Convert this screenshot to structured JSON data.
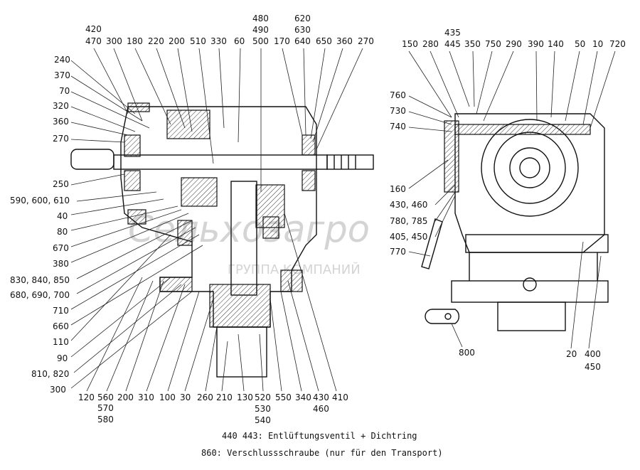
{
  "labels_top_left": [
    "420",
    "470",
    "300",
    "180",
    "220",
    "200",
    "510",
    "330",
    "60",
    "480",
    "490",
    "500",
    "170",
    "620",
    "630",
    "640",
    "650",
    "360",
    "270"
  ],
  "labels_left": [
    "240",
    "370",
    "70",
    "320",
    "360",
    "270",
    "250",
    "590, 600, 610",
    "40",
    "80",
    "670",
    "380",
    "830, 840, 850",
    "680, 690, 700",
    "710",
    "660",
    "110",
    "90",
    "810, 820",
    "300"
  ],
  "labels_bottom": [
    "120",
    "560",
    "570",
    "580",
    "200",
    "310",
    "100",
    "30",
    "260",
    "210",
    "130",
    "520",
    "530",
    "540",
    "550",
    "340",
    "430",
    "460",
    "410"
  ],
  "labels_top_right": [
    "435",
    "150",
    "280",
    "445",
    "350",
    "750",
    "290",
    "390",
    "140",
    "50",
    "10",
    "720"
  ],
  "labels_right_side": [
    "760",
    "730",
    "740",
    "160",
    "430, 460",
    "780, 785",
    "405, 450",
    "770"
  ],
  "labels_right_bottom": [
    "800",
    "20",
    "400",
    "450"
  ],
  "caption": {
    "line1": "440 443: Entlüftungsventil + Dichtring",
    "line2": "860: Verschlussschraube (nur für den Transport)"
  },
  "watermark": {
    "logo": "Сельхозагро",
    "text": "ГРУППА КОМПАНИЙ"
  }
}
